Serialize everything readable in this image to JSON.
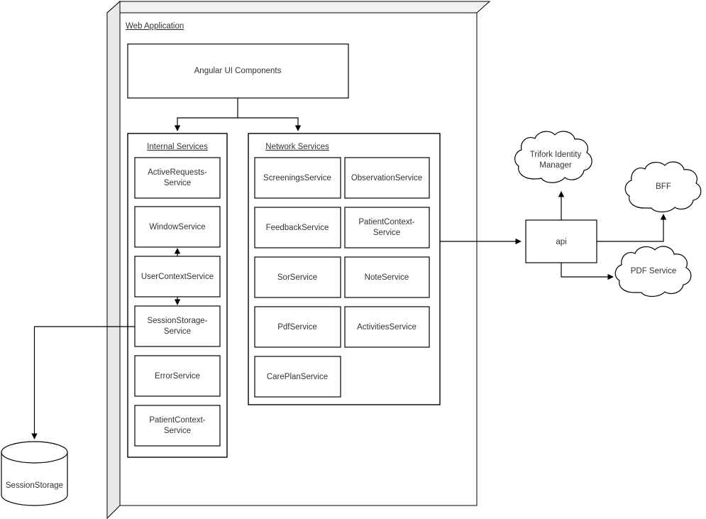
{
  "diagram": {
    "title": "Web Application",
    "container": {
      "label": "Web Application",
      "style": "3d-box"
    },
    "ui_layer": {
      "label": "Angular UI Components"
    },
    "groups": [
      {
        "id": "internal-services",
        "title": "Internal Services",
        "columns": 1,
        "services": [
          {
            "label": "ActiveRequests-\nService"
          },
          {
            "label": "WindowService"
          },
          {
            "label": "UserContextService"
          },
          {
            "label": "SessionStorage-\nService"
          },
          {
            "label": "ErrorService"
          },
          {
            "label": "PatientContext-\nService"
          }
        ]
      },
      {
        "id": "network-services",
        "title": "Network Services",
        "columns": 2,
        "services": [
          {
            "label": "ScreeningsService"
          },
          {
            "label": "ObservationService"
          },
          {
            "label": "FeedbackService"
          },
          {
            "label": "PatientContext-\nService"
          },
          {
            "label": "SorService"
          },
          {
            "label": "NoteService"
          },
          {
            "label": "PdfService"
          },
          {
            "label": "ActivitiesService"
          },
          {
            "label": "CarePlanService"
          }
        ]
      }
    ],
    "api_node": {
      "label": "api",
      "shape": "rectangle"
    },
    "clouds": [
      {
        "id": "trifork-identity-manager",
        "label": "Trifork Identity\nManager"
      },
      {
        "id": "bff",
        "label": "BFF"
      },
      {
        "id": "pdf-service",
        "label": "PDF Service"
      }
    ],
    "datastore": {
      "id": "session-storage",
      "label": "SessionStorage",
      "shape": "cylinder"
    },
    "connections": [
      {
        "from": "Angular UI Components",
        "to": "Internal Services",
        "arrow": "down"
      },
      {
        "from": "Angular UI Components",
        "to": "Network Services",
        "arrow": "down"
      },
      {
        "from": "UserContextService",
        "to": "WindowService",
        "arrow": "up"
      },
      {
        "from": "UserContextService",
        "to": "SessionStorage-Service",
        "arrow": "down"
      },
      {
        "from": "SessionStorage-Service",
        "to": "SessionStorage",
        "arrow": "down"
      },
      {
        "from": "Network Services",
        "to": "api",
        "arrow": "right"
      },
      {
        "from": "api",
        "to": "Trifork Identity Manager",
        "arrow": "up"
      },
      {
        "from": "api",
        "to": "BFF",
        "arrow": "up"
      },
      {
        "from": "api",
        "to": "PDF Service",
        "arrow": "right"
      }
    ],
    "colors": {
      "stroke": "#000000",
      "text": "#333333",
      "fill": "#ffffff",
      "panel_side": "#e8e8e8",
      "panel_top": "#f2f2f2",
      "background": "#ffffff"
    }
  }
}
